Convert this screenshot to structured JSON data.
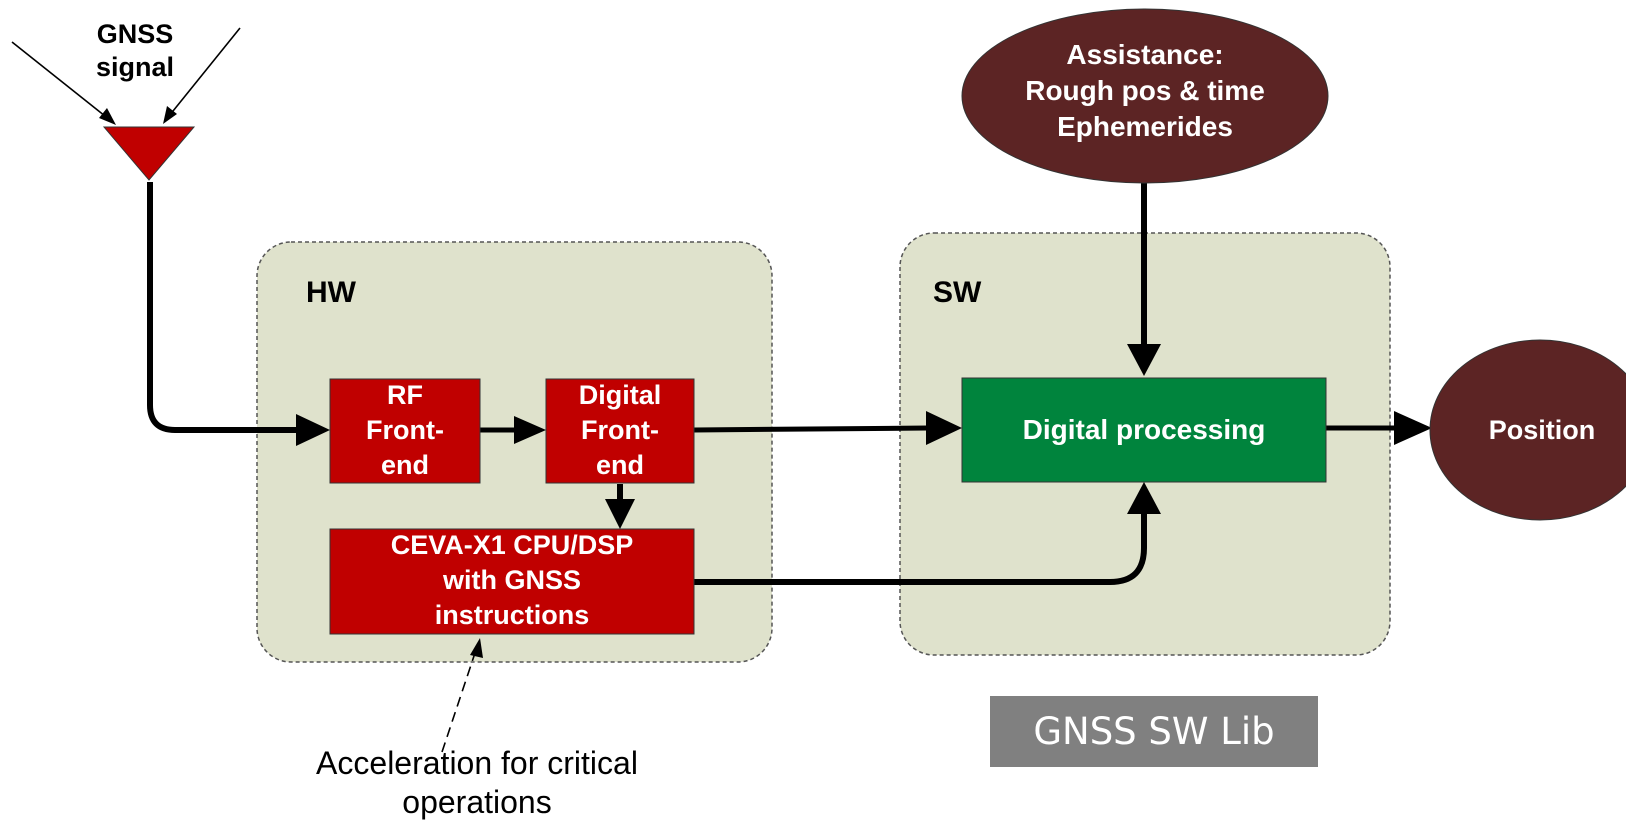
{
  "signal": {
    "line1": "GNSS",
    "line2": "signal"
  },
  "groups": {
    "hw": {
      "label": "HW"
    },
    "sw": {
      "label": "SW"
    }
  },
  "nodes": {
    "rf_frontend": {
      "lines": [
        "RF",
        "Front-",
        "end"
      ]
    },
    "digital_frontend": {
      "lines": [
        "Digital",
        "Front-",
        "end"
      ]
    },
    "cpu_dsp": {
      "lines": [
        "CEVA-X1 CPU/DSP",
        "with GNSS",
        "instructions"
      ]
    },
    "digital_processing": {
      "label": "Digital processing"
    },
    "assistance": {
      "lines": [
        "Assistance:",
        "Rough pos & time",
        "Ephemerides"
      ]
    },
    "position": {
      "label": "Position"
    }
  },
  "library": {
    "label": "GNSS SW Lib"
  },
  "annotation": {
    "lines": [
      "Acceleration for critical",
      "operations"
    ]
  },
  "colors": {
    "group_fill": "#dfe2cc",
    "red_node": "#c00000",
    "green_node": "#00843d",
    "ellipse": "#5c2424",
    "badge": "#808080"
  }
}
